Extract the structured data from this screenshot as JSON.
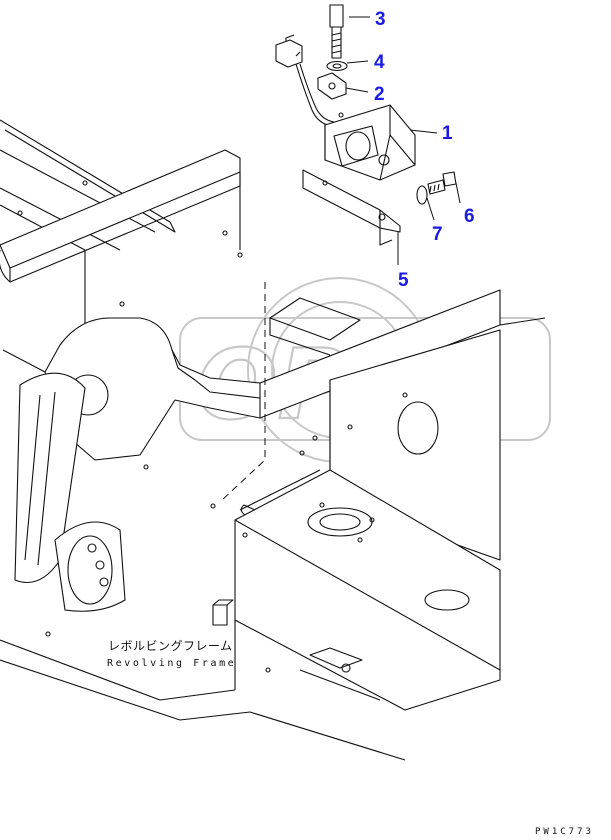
{
  "callouts": [
    {
      "id": "1",
      "label": "1"
    },
    {
      "id": "2",
      "label": "2"
    },
    {
      "id": "3",
      "label": "3"
    },
    {
      "id": "4",
      "label": "4"
    },
    {
      "id": "5",
      "label": "5"
    },
    {
      "id": "6",
      "label": "6"
    },
    {
      "id": "7",
      "label": "7"
    }
  ],
  "frame_label": {
    "japanese": "レボルビングフレーム",
    "english": "Revolving Frame"
  },
  "drawing_code": "PW1C773",
  "watermark": "OPEX",
  "colors": {
    "callout": "#1a1ae6",
    "line": "#111111",
    "watermark": "#c8c8c8"
  }
}
